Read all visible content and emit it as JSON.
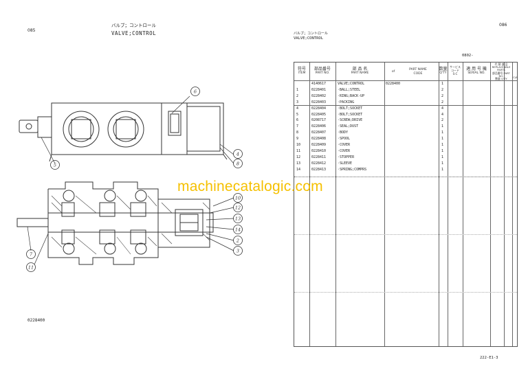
{
  "left_page": {
    "page_number": "085",
    "title_jp": "バルブ；コントロール",
    "title_en": "VALVE;CONTROL",
    "figure_number": "0228400",
    "callouts": [
      "6",
      "4",
      "8",
      "5",
      "10",
      "12",
      "13",
      "14",
      "2",
      "3",
      "7",
      "11"
    ]
  },
  "right_page": {
    "page_number": "086",
    "title_jp": "バルブ；コントロール",
    "title_en": "VALVE;CONTROL",
    "group_code": "0802-",
    "footer_code": "222-E1-3",
    "table": {
      "headers": {
        "item": {
          "jp": "符号",
          "en": "ITEM"
        },
        "part_no": {
          "jp": "部品番号",
          "en": "PART NO."
        },
        "part_name": {
          "jp": "部 品 名",
          "en": "PART NAME"
        },
        "of": "of",
        "part_name_code": {
          "line1": "PART NAME",
          "line2": "CODE"
        },
        "qty": {
          "jp": "数量",
          "en": "Q'TY"
        },
        "service_code": {
          "line1": "サービス",
          "line2": "コード",
          "line3": "S-C"
        },
        "serial_no": {
          "jp": "適 用 号 機",
          "en": "SERIAL NO."
        },
        "replaceable": {
          "jp": "代 替 部 品",
          "en": "REPLACEABLE PARTS",
          "part_no": "部品番号 PART NO.",
          "qty": "数量 Q'TY"
        },
        "ca": "C/A"
      },
      "rows": [
        {
          "item": "",
          "part_no": "4140617",
          "name": "VALVE;CONTROL",
          "code": "0228400",
          "qty": "1"
        },
        {
          "item": "1",
          "part_no": "0228401",
          "name": "·BALL;STEEL",
          "code": "",
          "qty": "2"
        },
        {
          "item": "2",
          "part_no": "0228402",
          "name": "·RING;BACK-UP",
          "code": "",
          "qty": "2"
        },
        {
          "item": "3",
          "part_no": "0228403",
          "name": "·PACKING",
          "code": "",
          "qty": "2"
        },
        {
          "item": "4",
          "part_no": "0228404",
          "name": "·BOLT;SOCKET",
          "code": "",
          "qty": "4"
        },
        {
          "item": "5",
          "part_no": "0228405",
          "name": "·BOLT;SOCKET",
          "code": "",
          "qty": "4"
        },
        {
          "item": "6",
          "part_no": "0208717",
          "name": "·SCREW;DRIVE",
          "code": "",
          "qty": "2"
        },
        {
          "item": "7",
          "part_no": "0228406",
          "name": "·SEAL;DUST",
          "code": "",
          "qty": "1"
        },
        {
          "item": "8",
          "part_no": "0228407",
          "name": "·BODY",
          "code": "",
          "qty": "1"
        },
        {
          "item": "9",
          "part_no": "0228408",
          "name": "·SPOOL",
          "code": "",
          "qty": "1"
        },
        {
          "item": "10",
          "part_no": "0228409",
          "name": "·COVER",
          "code": "",
          "qty": "1"
        },
        {
          "item": "11",
          "part_no": "0228410",
          "name": "·COVER",
          "code": "",
          "qty": "1"
        },
        {
          "item": "12",
          "part_no": "0228411",
          "name": "·STOPPER",
          "code": "",
          "qty": "1"
        },
        {
          "item": "13",
          "part_no": "0228412",
          "name": "·SLEEVE",
          "code": "",
          "qty": "1"
        },
        {
          "item": "14",
          "part_no": "0228413",
          "name": "·SPRING;COMPRS",
          "code": "",
          "qty": "1"
        }
      ]
    }
  },
  "watermark": "machinecatalogic.com"
}
